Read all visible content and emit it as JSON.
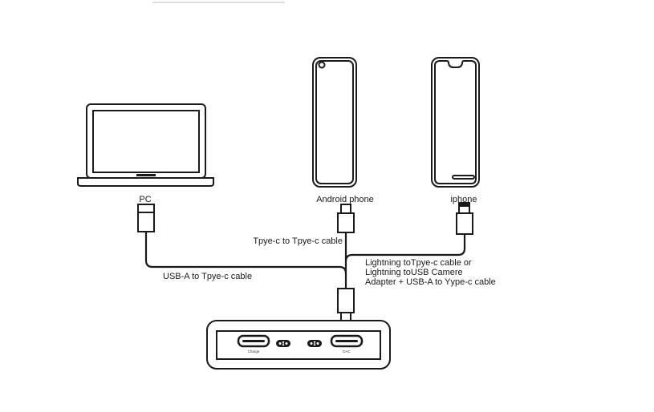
{
  "devices": {
    "pc": "PC",
    "android": "Android phone",
    "iphone": "iphone"
  },
  "cables": {
    "usb_a": "USB-A to Tpye-c cable",
    "type_c": "Tpye-c to Tpye-c cable",
    "lightning": [
      "Lightning toTpye-c cable or",
      "Lightning toUSB Camere",
      "Adapter + USB-A to Yype-c cable"
    ]
  },
  "hub": {
    "charge_port": "Charge",
    "dac_port": "DAC"
  },
  "colors": {
    "line": "#1a1a1a",
    "background": "#ffffff"
  }
}
